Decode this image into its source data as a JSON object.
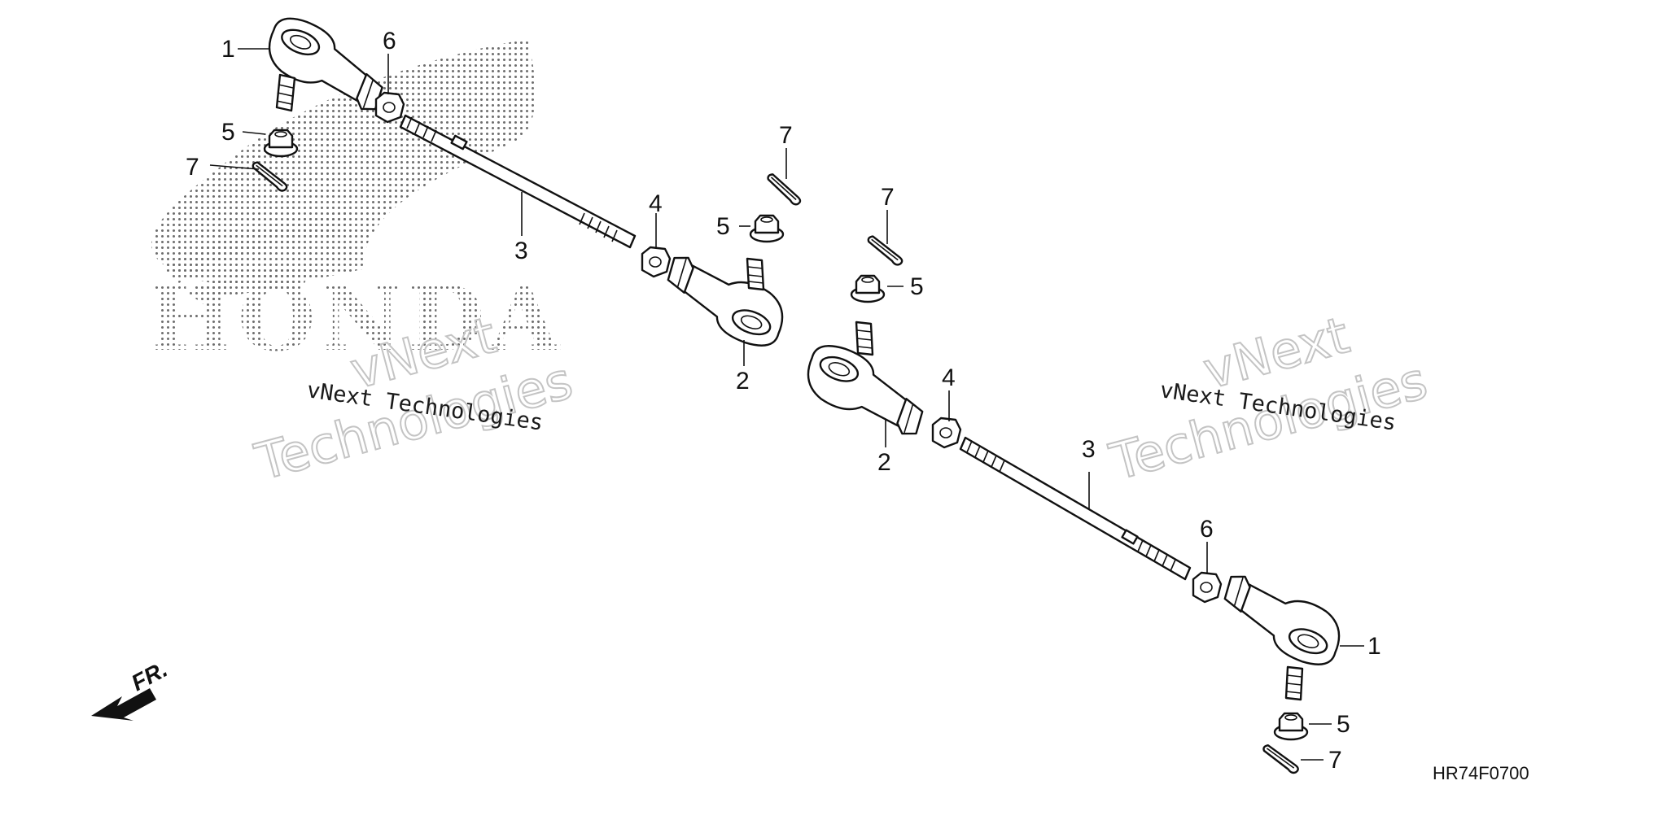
{
  "brand_logo": "HONDA",
  "watermark": {
    "line_small": "vNext Technologies",
    "line_big_1": "vNext",
    "line_big_2": "Technologies"
  },
  "front_indicator": "FR.",
  "diagram_code": "HR74F0700",
  "callouts": [
    "1",
    "2",
    "3",
    "4",
    "5",
    "6",
    "7"
  ]
}
